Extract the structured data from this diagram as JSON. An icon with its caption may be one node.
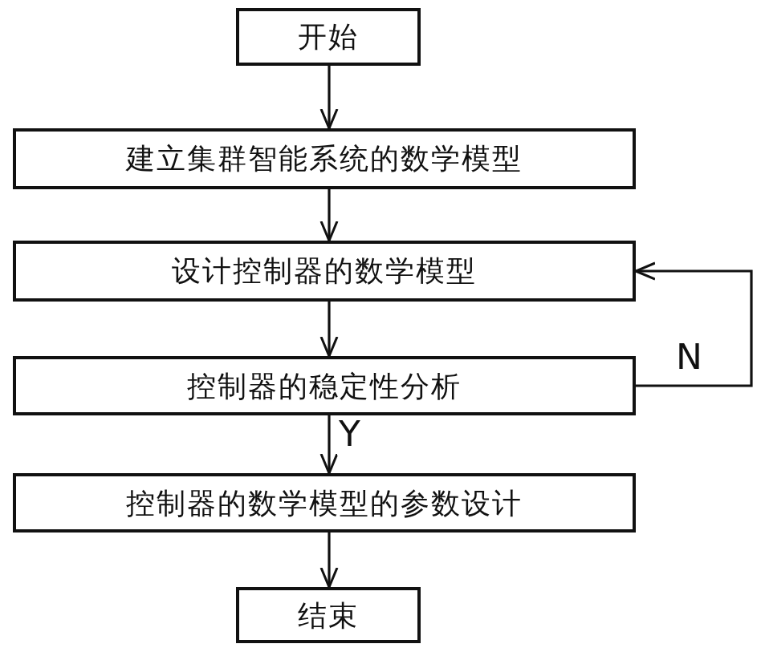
{
  "diagram": {
    "nodes": [
      {
        "text": [
          "开始"
        ]
      },
      {
        "text": [
          "建立集群智能系统的数学模型"
        ]
      },
      {
        "text": [
          "设计控制器的数学模型"
        ]
      },
      {
        "text": [
          "控制器的稳定性分析"
        ]
      },
      {
        "text": [
          "控制器的数学模型的参数设计"
        ]
      },
      {
        "text": [
          "结束"
        ]
      }
    ],
    "edges": [
      {
        "from": 0,
        "to": 1,
        "arrow": "to"
      },
      {
        "from": 1,
        "to": 2,
        "arrow": "to"
      },
      {
        "from": 2,
        "to": 3,
        "arrow": "to"
      },
      {
        "from": 3,
        "to": 2,
        "arrow": "to",
        "label": "N"
      },
      {
        "from": 3,
        "to": 4,
        "arrow": "to",
        "label": "Y"
      },
      {
        "from": 4,
        "to": 5,
        "arrow": "to"
      }
    ]
  }
}
